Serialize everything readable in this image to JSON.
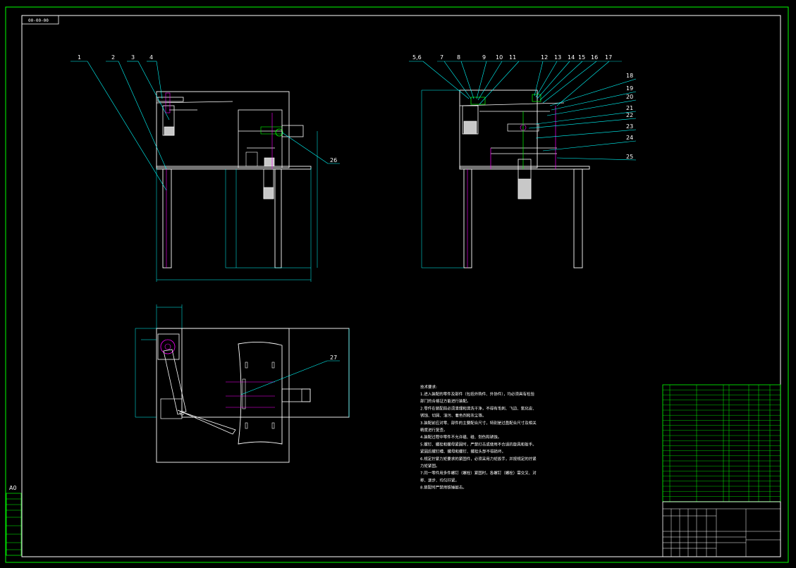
{
  "sheet": {
    "size_label": "A0",
    "drawing_no_box": "00-00-00"
  },
  "colors": {
    "background": "#000000",
    "sheet_border": "#00ff00",
    "outline": "#ffffff",
    "leader": "#00ffff",
    "hidden": "#ff00ff",
    "motor": "#c8c8c8"
  },
  "balloons_front": [
    "1",
    "2",
    "3",
    "4"
  ],
  "balloons_side_top": [
    "5,6",
    "7",
    "8",
    "9",
    "10",
    "11",
    "12",
    "13",
    "14",
    "15",
    "16",
    "17"
  ],
  "balloons_side_right": [
    "18",
    "19",
    "20",
    "21",
    "22",
    "23",
    "24",
    "25"
  ],
  "balloon_26": "26",
  "balloon_27": "27",
  "tech_notes": {
    "title": "技术要求:",
    "lines": [
      "1.进入装配的零件及部件（包括外购件、外协件），均必须具有检验",
      "部门的合格证方能进行装配。",
      "2.零件在装配前必须清理和清洗干净，不得有毛刺、飞边、氧化皮、",
      "锈蚀、切屑、油污、着色剂和灰尘等。",
      "3.装配前应对零、部件的主要配合尺寸，特别是过盈配合尺寸及相关",
      "精度进行复查。",
      "4.装配过程中零件不允许磕、碰、划伤和锈蚀。",
      "5.螺钉、螺栓和螺母紧固时，严禁打击或使用不合适的旋具和扳手。",
      "紧固后螺钉槽、螺母和螺钉、螺栓头部不得损坏。",
      "6.规定拧紧力矩要求的紧固件，必须采用力矩扳手，并按规定的拧紧",
      "力矩紧固。",
      "7.同一零件用多件螺钉（螺栓）紧固时，各螺钉（螺栓）需交叉、对",
      "称、逐步、均匀拧紧。",
      "8.装配时严禁用铁锤敲击。"
    ]
  },
  "side_strip": [
    "",
    "",
    "",
    "",
    "",
    "",
    "",
    "",
    ""
  ]
}
